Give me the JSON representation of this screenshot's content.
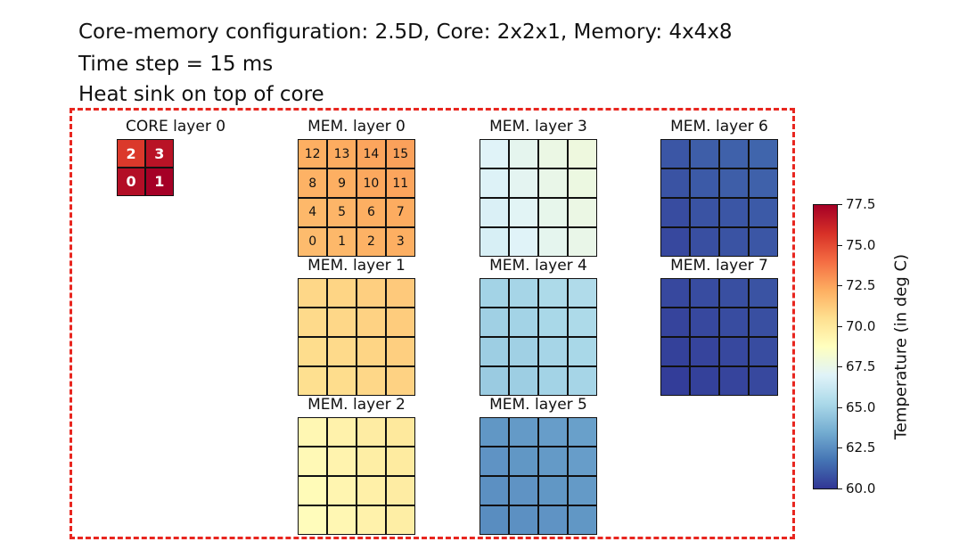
{
  "caption": {
    "line1": "Core-memory configuration: 2.5D, Core: 2x2x1, Memory: 4x4x8",
    "line2": "Time step = 15 ms",
    "line3": "Heat sink on top of core"
  },
  "chart_data": {
    "type": "heatmap",
    "colorbar": {
      "label": "Temperature (in deg C)",
      "range": [
        60.0,
        77.5
      ],
      "ticks": [
        "77.5",
        "75.0",
        "72.5",
        "70.0",
        "67.5",
        "65.0",
        "62.5",
        "60.0"
      ],
      "colormap": "RdYlBu_r"
    },
    "panels": [
      {
        "title": "CORE layer 0",
        "kind": "core",
        "size": 2,
        "labels": [
          [
            "2",
            "3"
          ],
          [
            "0",
            "1"
          ]
        ],
        "values": [
          [
            75.5,
            76.8
          ],
          [
            77.0,
            79.5
          ]
        ]
      },
      {
        "title": "MEM. layer 0",
        "kind": "mem",
        "size": 4,
        "labels": [
          [
            "12",
            "13",
            "14",
            "15"
          ],
          [
            "8",
            "9",
            "10",
            "11"
          ],
          [
            "4",
            "5",
            "6",
            "7"
          ],
          [
            "0",
            "1",
            "2",
            "3"
          ]
        ],
        "values": [
          [
            72.2,
            72.3,
            72.5,
            72.6
          ],
          [
            72.1,
            72.2,
            72.4,
            72.5
          ],
          [
            71.9,
            72.0,
            72.2,
            72.3
          ],
          [
            71.8,
            71.9,
            72.1,
            72.2
          ]
        ]
      },
      {
        "title": "MEM. layer 1",
        "kind": "mem",
        "size": 4,
        "labels": [],
        "values": [
          [
            70.8,
            70.9,
            71.1,
            71.3
          ],
          [
            70.7,
            70.8,
            71.0,
            71.2
          ],
          [
            70.6,
            70.7,
            70.9,
            71.1
          ],
          [
            70.5,
            70.6,
            70.8,
            71.0
          ]
        ]
      },
      {
        "title": "MEM. layer 2",
        "kind": "mem",
        "size": 4,
        "labels": [],
        "values": [
          [
            69.2,
            69.5,
            69.8,
            70.0
          ],
          [
            69.1,
            69.4,
            69.7,
            69.9
          ],
          [
            69.0,
            69.3,
            69.6,
            69.8
          ],
          [
            68.9,
            69.2,
            69.5,
            69.7
          ]
        ]
      },
      {
        "title": "MEM. layer 3",
        "kind": "mem",
        "size": 4,
        "labels": [],
        "values": [
          [
            67.0,
            67.3,
            67.6,
            67.8
          ],
          [
            66.9,
            67.2,
            67.5,
            67.7
          ],
          [
            66.8,
            67.1,
            67.4,
            67.6
          ],
          [
            66.7,
            67.0,
            67.3,
            67.5
          ]
        ]
      },
      {
        "title": "MEM. layer 4",
        "kind": "mem",
        "size": 4,
        "labels": [],
        "values": [
          [
            65.0,
            65.1,
            65.3,
            65.4
          ],
          [
            64.9,
            65.0,
            65.2,
            65.3
          ],
          [
            64.8,
            64.9,
            65.1,
            65.2
          ],
          [
            64.7,
            64.8,
            65.0,
            65.1
          ]
        ]
      },
      {
        "title": "MEM. layer 5",
        "kind": "mem",
        "size": 4,
        "labels": [],
        "values": [
          [
            62.8,
            62.9,
            63.0,
            63.1
          ],
          [
            62.7,
            62.8,
            62.9,
            63.0
          ],
          [
            62.6,
            62.7,
            62.8,
            62.9
          ],
          [
            62.5,
            62.6,
            62.7,
            62.8
          ]
        ]
      },
      {
        "title": "MEM. layer 6",
        "kind": "mem",
        "size": 4,
        "labels": [],
        "values": [
          [
            60.9,
            61.1,
            61.2,
            61.3
          ],
          [
            60.8,
            61.0,
            61.1,
            61.2
          ],
          [
            60.6,
            60.8,
            60.9,
            61.0
          ],
          [
            60.5,
            60.7,
            60.8,
            60.9
          ]
        ]
      },
      {
        "title": "MEM. layer 7",
        "kind": "mem",
        "size": 4,
        "labels": [],
        "values": [
          [
            60.5,
            60.6,
            60.7,
            60.8
          ],
          [
            60.4,
            60.5,
            60.6,
            60.7
          ],
          [
            60.3,
            60.4,
            60.5,
            60.6
          ],
          [
            60.2,
            60.3,
            60.4,
            60.5
          ]
        ]
      }
    ]
  }
}
